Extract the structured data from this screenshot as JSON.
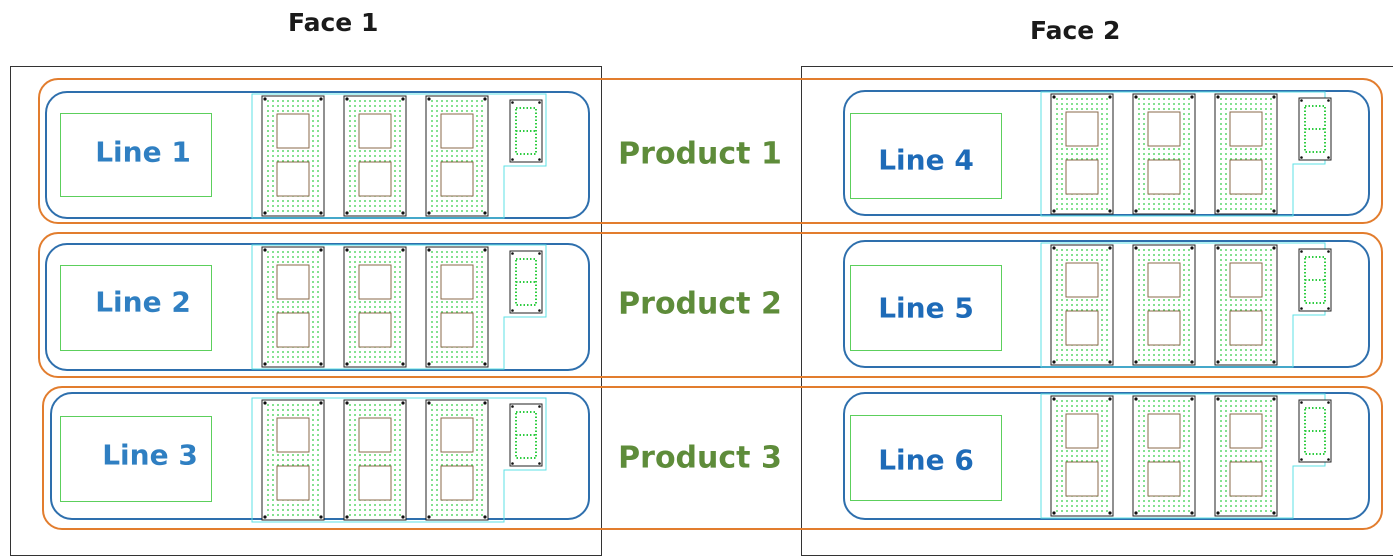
{
  "faces": [
    {
      "title": "Face 1"
    },
    {
      "title": "Face 2"
    }
  ],
  "products": [
    {
      "label": "Product  1"
    },
    {
      "label": "Product  2"
    },
    {
      "label": "Product  3"
    }
  ],
  "lines": [
    {
      "label": "Line 1",
      "face": 1,
      "product": 1
    },
    {
      "label": "Line 2",
      "face": 1,
      "product": 2
    },
    {
      "label": "Line 3",
      "face": 1,
      "product": 3
    },
    {
      "label": "Line 4",
      "face": 2,
      "product": 1
    },
    {
      "label": "Line 5",
      "face": 2,
      "product": 2
    },
    {
      "label": "Line 6",
      "face": 2,
      "product": 3
    }
  ],
  "display": {
    "large_digits_per_sign": 3,
    "small_digits_per_sign": 1
  },
  "colors": {
    "product_frame": "#e27d2e",
    "sign_outline": "#2e6fad",
    "label_box": "#5ccf5c",
    "digit_panel_outline": "#5ce1e6",
    "led_dots": "#2ecc40",
    "face1_line_text": "#2f7fc2",
    "face2_line_text": "#1e6bb8",
    "product_text": "#5e8c3a"
  }
}
